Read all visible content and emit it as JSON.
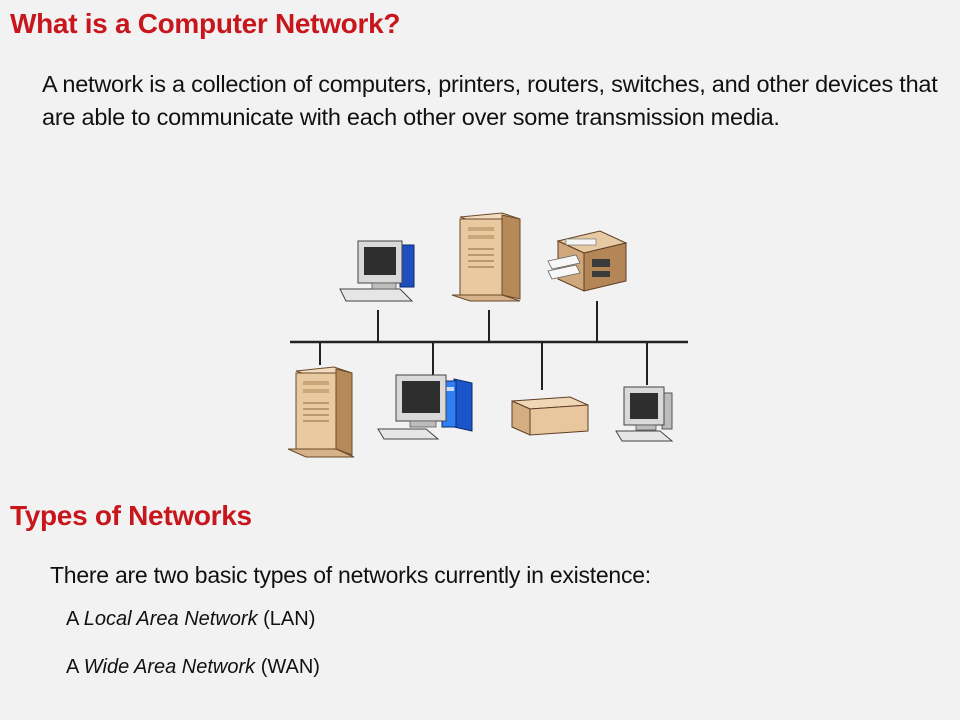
{
  "colors": {
    "heading": "#c8161d",
    "body_text": "#111111",
    "background": "#f2f2f2"
  },
  "section1": {
    "heading": "What is a Computer Network?",
    "paragraph": "A network is a collection of computers, printers, routers, switches, and other devices that are able to communicate with each other over some transmission media."
  },
  "section2": {
    "heading": "Types of Networks",
    "intro": "There are two basic types of networks currently in existence:",
    "types": [
      {
        "prefix": "A ",
        "name": "Local Area Network",
        "abbr": " (LAN)"
      },
      {
        "prefix": "A ",
        "name": "Wide Area Network",
        "abbr": " (WAN)"
      }
    ]
  },
  "diagram": {
    "top_devices": [
      "desktop-computer",
      "tower-server",
      "printer"
    ],
    "bottom_devices": [
      "tower-server",
      "desktop-computer",
      "network-device",
      "desktop-computer"
    ]
  }
}
